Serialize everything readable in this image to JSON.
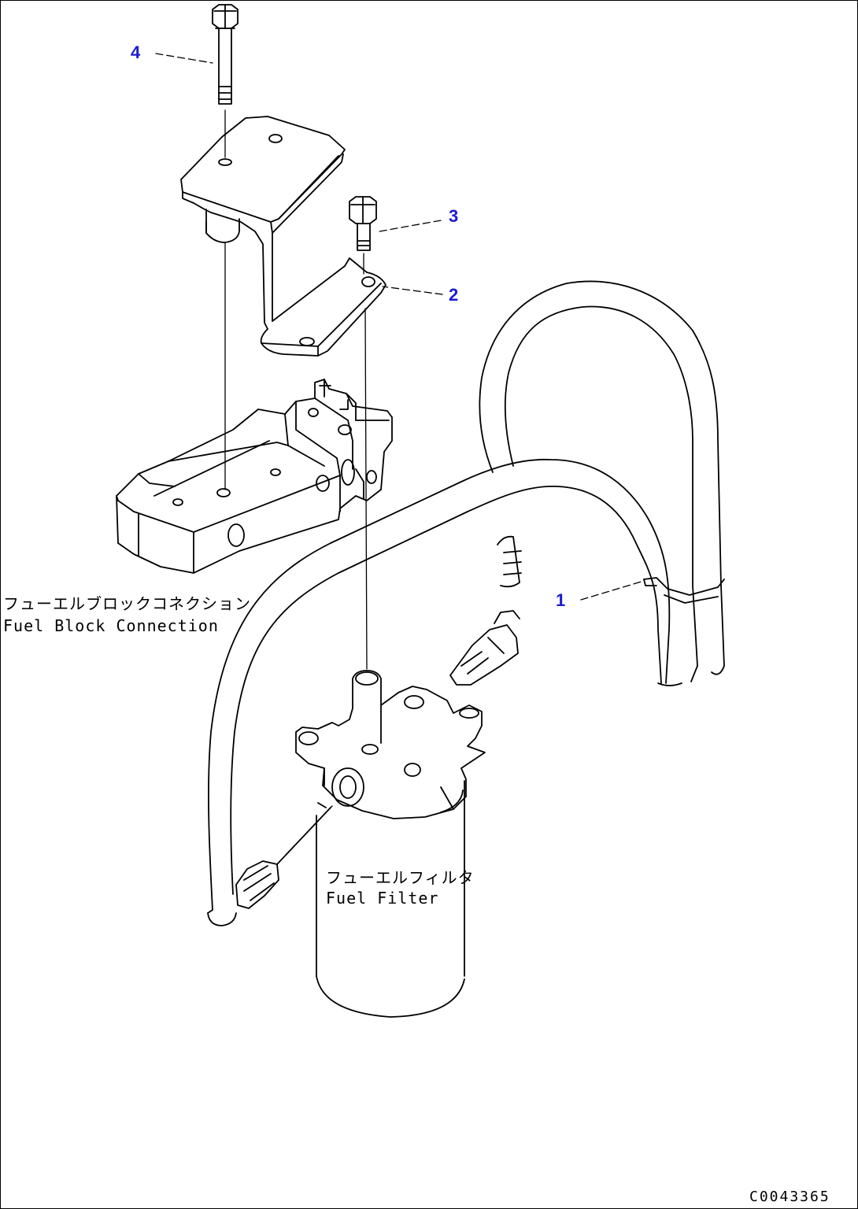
{
  "colors": {
    "line": "#000000",
    "callout": "#1a1ad6",
    "background": "#ffffff"
  },
  "callouts": [
    "4",
    "3",
    "2",
    "1"
  ],
  "labels": {
    "block_jp": "フューエルブロックコネクション",
    "block_en": "Fuel Block Connection",
    "filter_jp": "フューエルフィルタ",
    "filter_en": "Fuel Filter"
  },
  "drawing_code": "C0043365"
}
